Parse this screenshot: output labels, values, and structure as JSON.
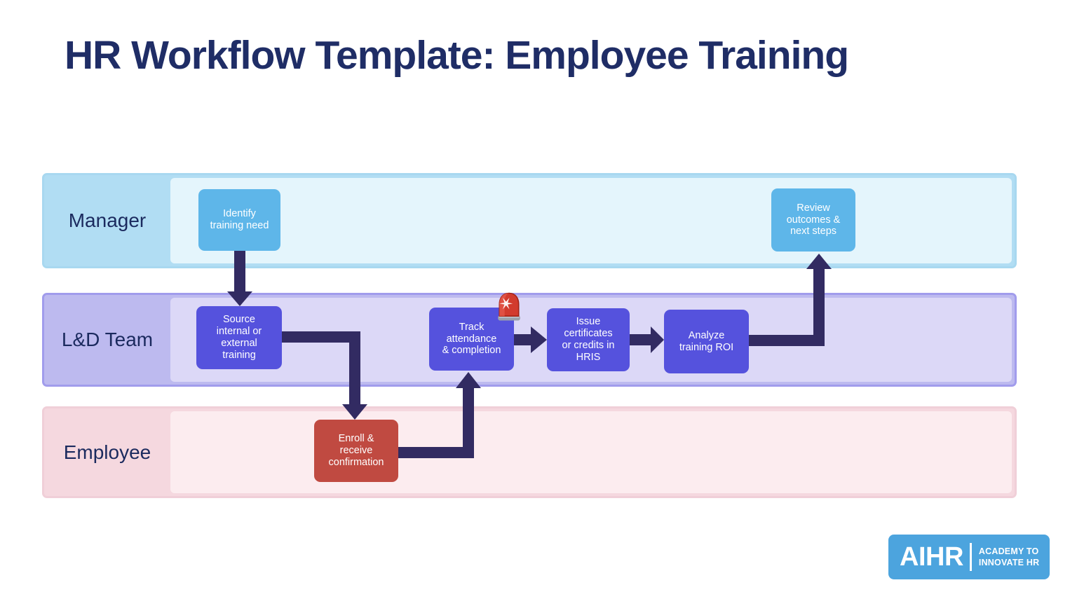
{
  "page": {
    "title": "HR Workflow Template: Employee Training"
  },
  "lanes": {
    "manager": {
      "label": "Manager"
    },
    "ld_team": {
      "label": "L&D Team"
    },
    "employee": {
      "label": "Employee"
    }
  },
  "nodes": {
    "identify": {
      "label": "Identify\ntraining need",
      "lane": "Manager"
    },
    "source": {
      "label": "Source\ninternal or\nexternal\ntraining",
      "lane": "L&D Team"
    },
    "track": {
      "label": "Track\nattendance\n& completion",
      "lane": "L&D Team",
      "badge": "siren-icon"
    },
    "issue": {
      "label": "Issue\ncertificates\nor credits in\nHRIS",
      "lane": "L&D Team"
    },
    "analyze": {
      "label": "Analyze\ntraining ROI",
      "lane": "L&D Team"
    },
    "review": {
      "label": "Review\noutcomes &\nnext steps",
      "lane": "Manager"
    },
    "enroll": {
      "label": "Enroll &\nreceive\nconfirmation",
      "lane": "Employee"
    }
  },
  "connectors": [
    {
      "from": "identify",
      "to": "source"
    },
    {
      "from": "source",
      "to": "enroll"
    },
    {
      "from": "enroll",
      "to": "track"
    },
    {
      "from": "track",
      "to": "issue"
    },
    {
      "from": "issue",
      "to": "analyze"
    },
    {
      "from": "analyze",
      "to": "review"
    }
  ],
  "logo": {
    "brand": "AIHR",
    "tagline": "ACADEMY TO\nINNOVATE HR"
  },
  "colors": {
    "title-navy": "#1f2d66",
    "label-navy": "#1b2a5e",
    "mgr-header": "#b1ddf3",
    "mgr-body": "#e4f5fc",
    "mgr-border": "#a8d8f0",
    "ld-header": "#bdbaef",
    "ld-body": "#dcd8f7",
    "ld-border": "#a19cec",
    "emp-header": "#f5d8df",
    "emp-body": "#fcecef",
    "emp-border": "#f0cfd8",
    "node-blue": "#5eb6e9",
    "node-indigo": "#5552dd",
    "node-red": "#c04a41",
    "node-text": "#ffffff",
    "arrow": "#322b62",
    "logo-blue": "#4ca4de"
  }
}
